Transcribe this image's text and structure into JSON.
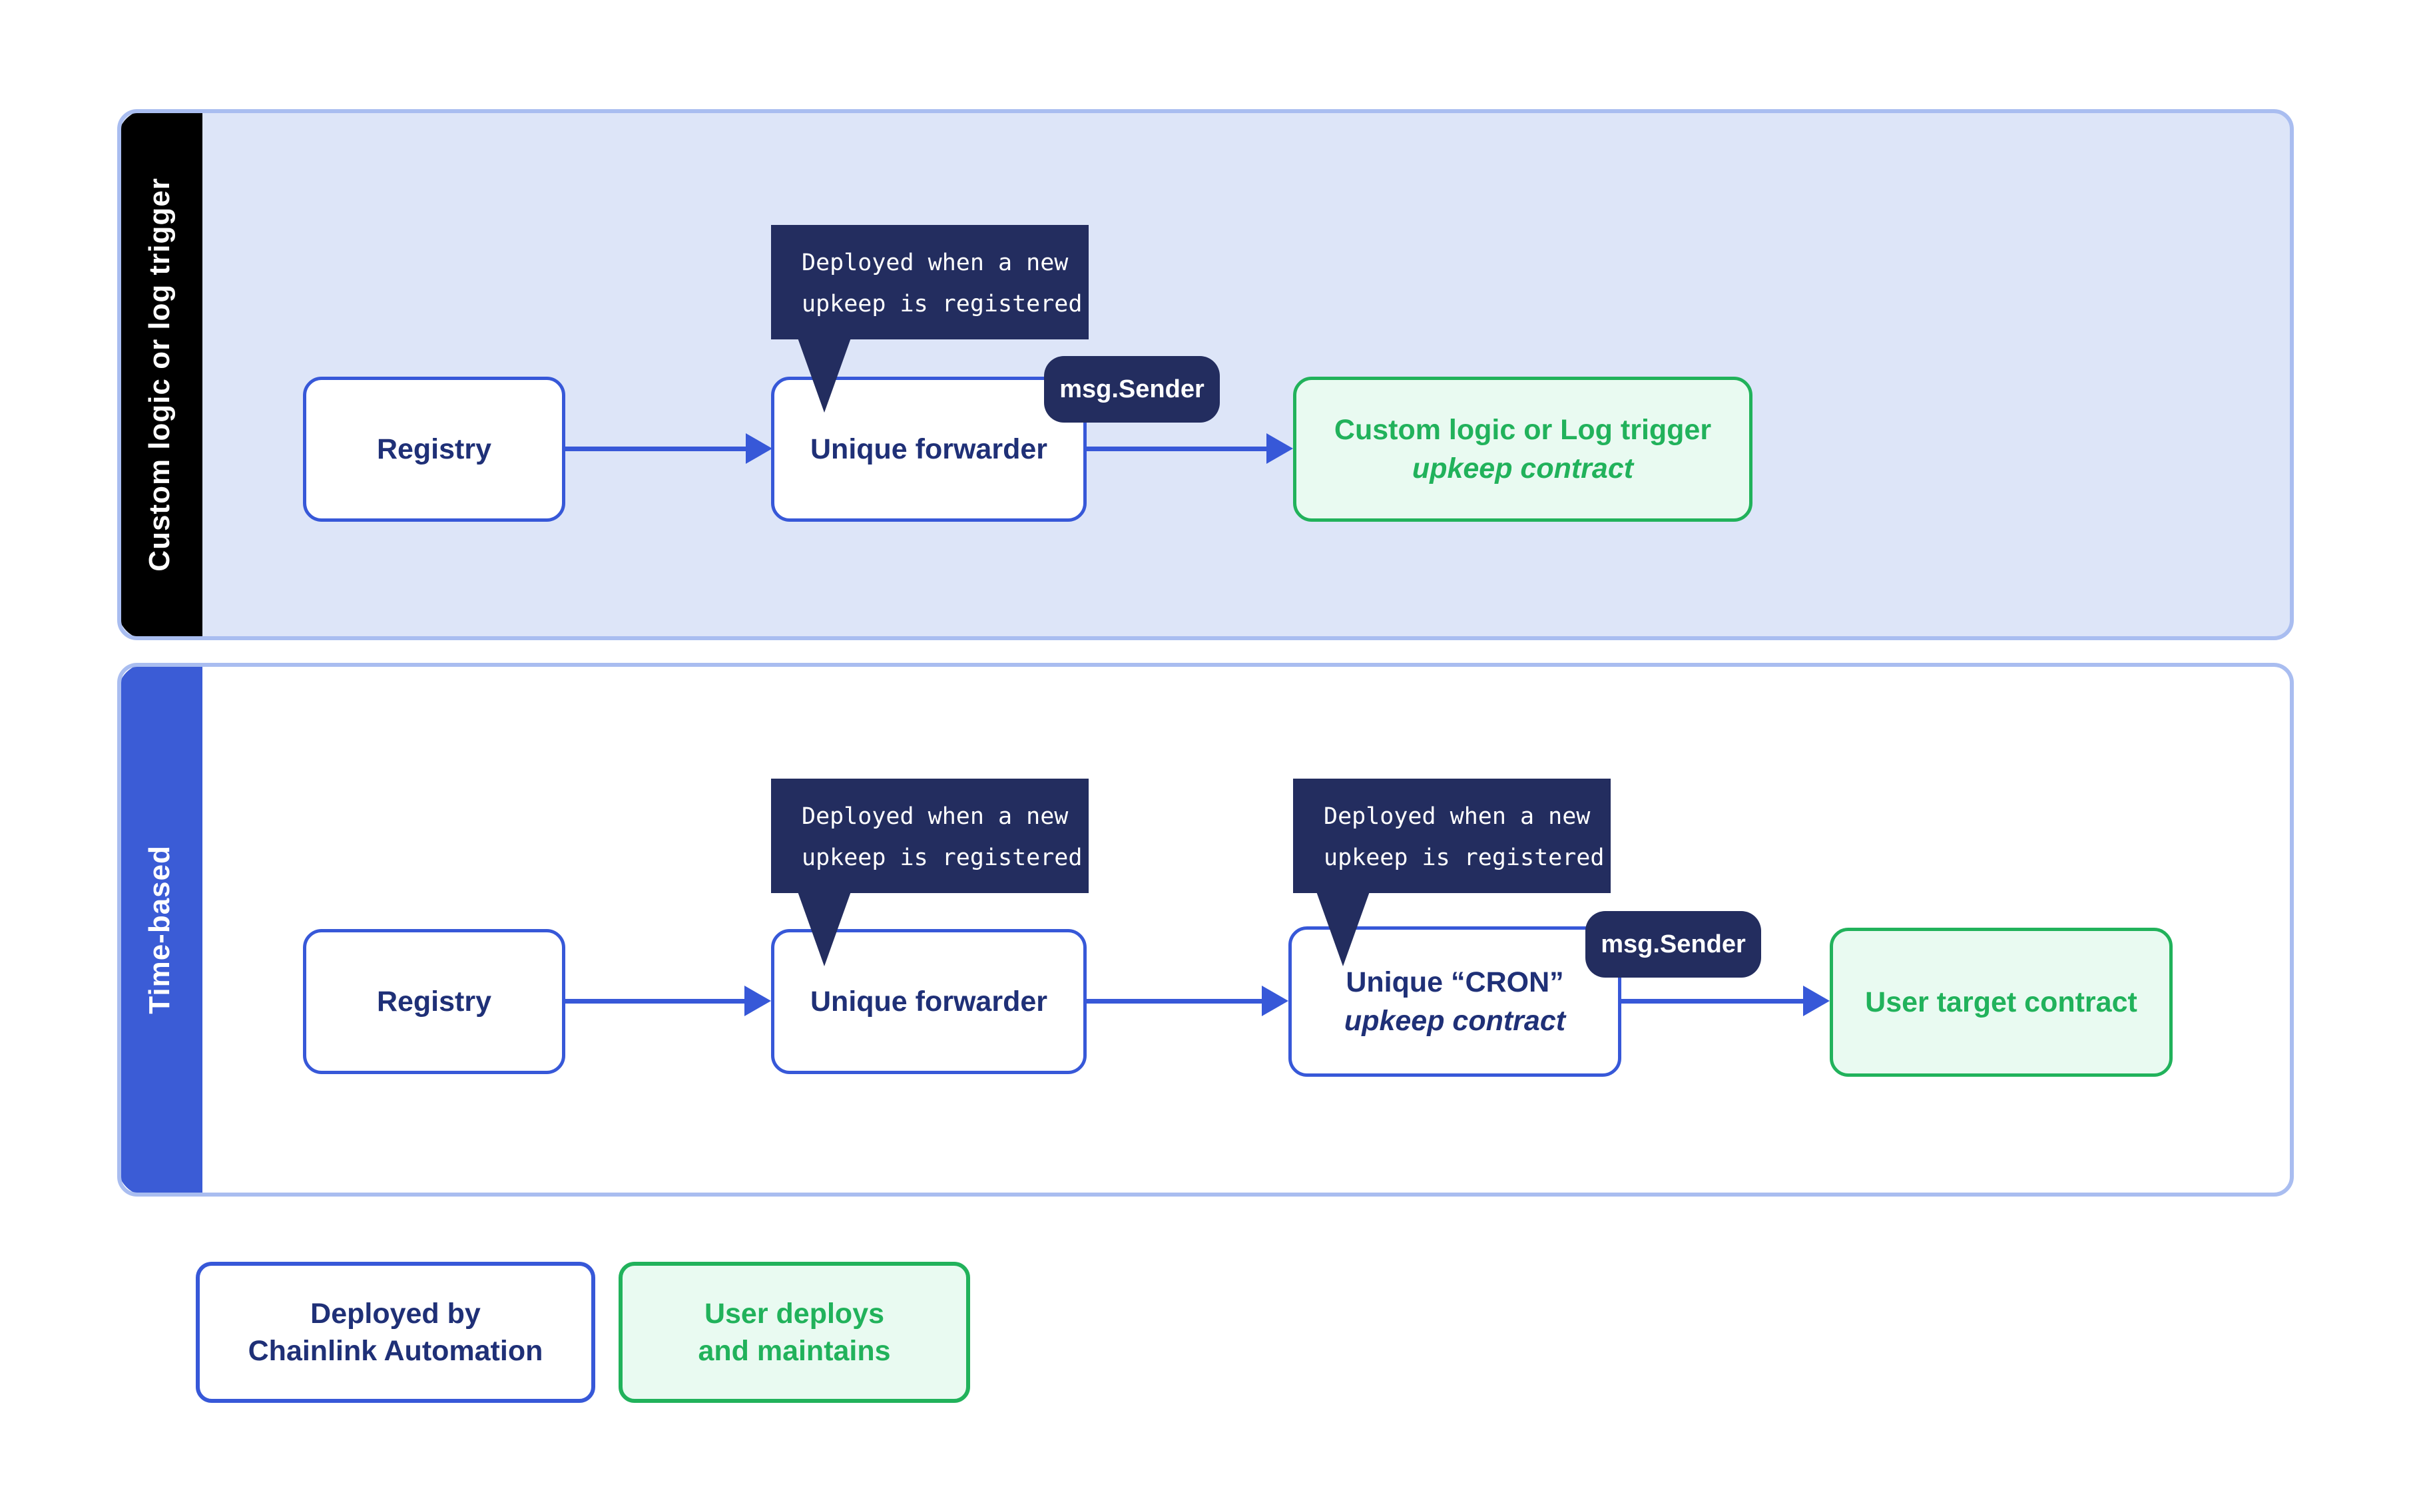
{
  "colors": {
    "royal_blue": "#3758d8",
    "lane_bar_blue": "#3b5cd6",
    "lane_border_light_blue": "#a9bdf0",
    "lane1_background": "#dde5f8",
    "navy_fill": "#232d5f",
    "box_text_navy": "#1f3077",
    "green": "#21b25b",
    "green_background": "#e9faf1",
    "black": "#000000",
    "white": "#ffffff"
  },
  "lanes": [
    {
      "label": "Custom logic or log trigger",
      "registry_label": "Registry",
      "forwarder_label": "Unique forwarder",
      "tooltip": {
        "line1": "Deployed when a new",
        "line2": "upkeep is registered"
      },
      "badge_label": "msg.Sender",
      "target": {
        "line1": "Custom logic or Log trigger",
        "line2": "upkeep contract"
      }
    },
    {
      "label": "Time-based",
      "registry_label": "Registry",
      "forwarder_label": "Unique forwarder",
      "tooltip_forwarder": {
        "line1": "Deployed when a new",
        "line2": "upkeep is registered"
      },
      "tooltip_cron": {
        "line1": "Deployed when a new",
        "line2": "upkeep is registered"
      },
      "cron": {
        "line1": "Unique “CRON”",
        "line2": "upkeep contract"
      },
      "badge_label": "msg.Sender",
      "target_label": "User target contract"
    }
  ],
  "legend": {
    "chainlink": {
      "line1": "Deployed by",
      "line2": "Chainlink Automation"
    },
    "user": {
      "line1": "User deploys",
      "line2": "and maintains"
    }
  }
}
